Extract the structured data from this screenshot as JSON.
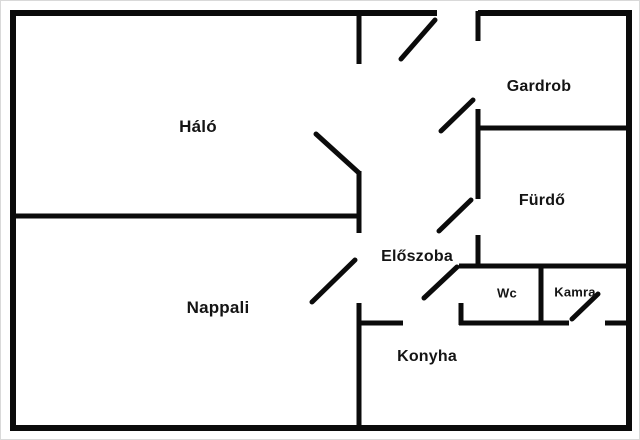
{
  "floorplan": {
    "rooms": {
      "halo": {
        "label": "Háló"
      },
      "gardrob": {
        "label": "Gardrob"
      },
      "furdo": {
        "label": "Fürdő"
      },
      "eloszoba": {
        "label": "Előszoba"
      },
      "nappali": {
        "label": "Nappali"
      },
      "wc": {
        "label": "Wc"
      },
      "kamra": {
        "label": "Kamra"
      },
      "konyha": {
        "label": "Konyha"
      }
    },
    "colors": {
      "wall": "#0b0b0b",
      "background": "#ffffff"
    }
  }
}
